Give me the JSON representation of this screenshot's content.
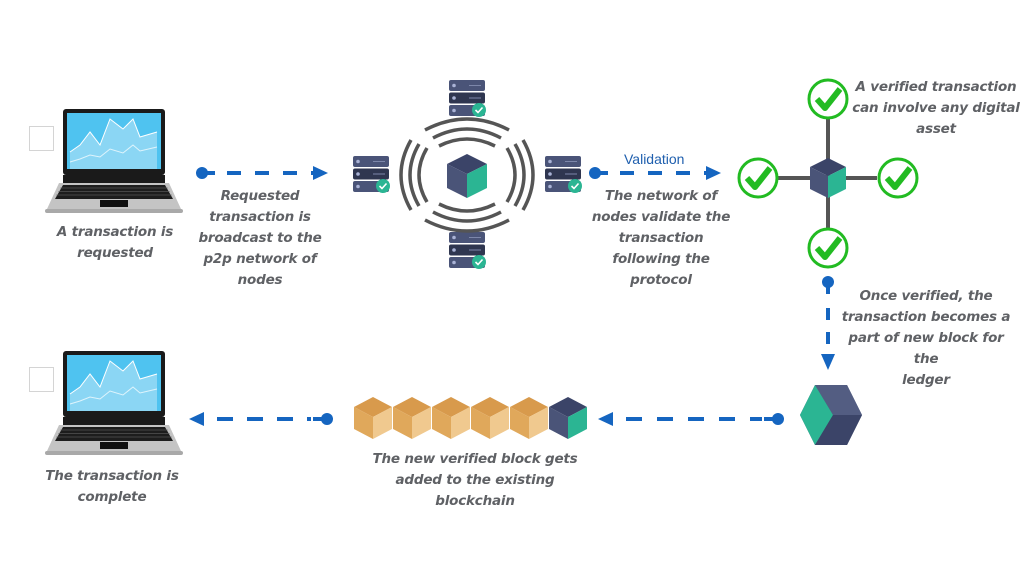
{
  "diagram": {
    "title": "Blockchain transaction flow",
    "colors": {
      "arrow": "#1565c0",
      "caption_text": "#5f6165",
      "validation_text": "#1f5fae",
      "cube_dark": "#4a5478",
      "cube_top": "#3b4468",
      "cube_green": "#2bb593",
      "chain_block": "#e0a85b",
      "check_green": "#22bb22",
      "laptop_screen": "#4fc3f0",
      "signal_waves": "#555555"
    },
    "steps": [
      {
        "id": "request",
        "icon": "laptop-icon",
        "caption": [
          "A transaction is",
          "requested"
        ]
      },
      {
        "id": "broadcast",
        "icon": "arrow-right-icon",
        "caption": [
          "Requested",
          "transaction is",
          "broadcast to the",
          "p2p network of",
          "nodes"
        ]
      },
      {
        "id": "network",
        "icon": "node-network-icon",
        "caption": []
      },
      {
        "id": "validation",
        "icon": "arrow-right-icon",
        "arrow_label": "Validation",
        "caption": [
          "The network of",
          "nodes validate the",
          "transaction",
          "following the",
          "protocol"
        ]
      },
      {
        "id": "verified",
        "icon": "verified-asset-icon",
        "caption": [
          "A verified transaction",
          "can involve any digital",
          "asset"
        ]
      },
      {
        "id": "new-block",
        "icon": "arrow-down-icon",
        "caption": [
          "Once verified, the",
          "transaction becomes a",
          "part of new block for the",
          "ledger"
        ]
      },
      {
        "id": "chain",
        "icon": "blockchain-icon",
        "caption": [
          "The new verified block gets",
          "added to the existing",
          "blockchain"
        ]
      },
      {
        "id": "complete",
        "icon": "laptop-icon",
        "caption": [
          "The transaction is",
          "complete"
        ]
      }
    ],
    "blockchain": {
      "existing_blocks": 5,
      "new_blocks": 1
    },
    "verified_checks": 4,
    "network_nodes": 4
  }
}
